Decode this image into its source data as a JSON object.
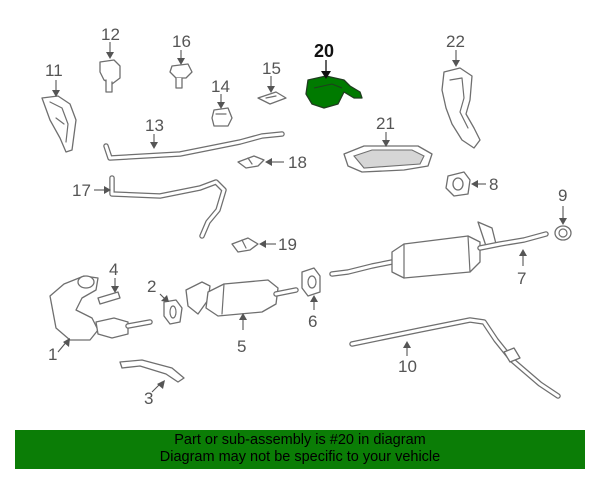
{
  "diagram": {
    "highlighted_part": "20",
    "highlight_color": "#007a00",
    "callouts": {
      "c1": "1",
      "c2": "2",
      "c3": "3",
      "c4": "4",
      "c5": "5",
      "c6": "6",
      "c7": "7",
      "c8": "8",
      "c9": "9",
      "c10": "10",
      "c11": "11",
      "c12": "12",
      "c13": "13",
      "c14": "14",
      "c15": "15",
      "c16": "16",
      "c17": "17",
      "c18": "18",
      "c19": "19",
      "c20": "20",
      "c21": "21",
      "c22": "22"
    }
  },
  "banner": {
    "background": "#0b7d06",
    "line1": "Part or sub-assembly is #20 in diagram",
    "line2": "Diagram may not be specific to your vehicle"
  }
}
